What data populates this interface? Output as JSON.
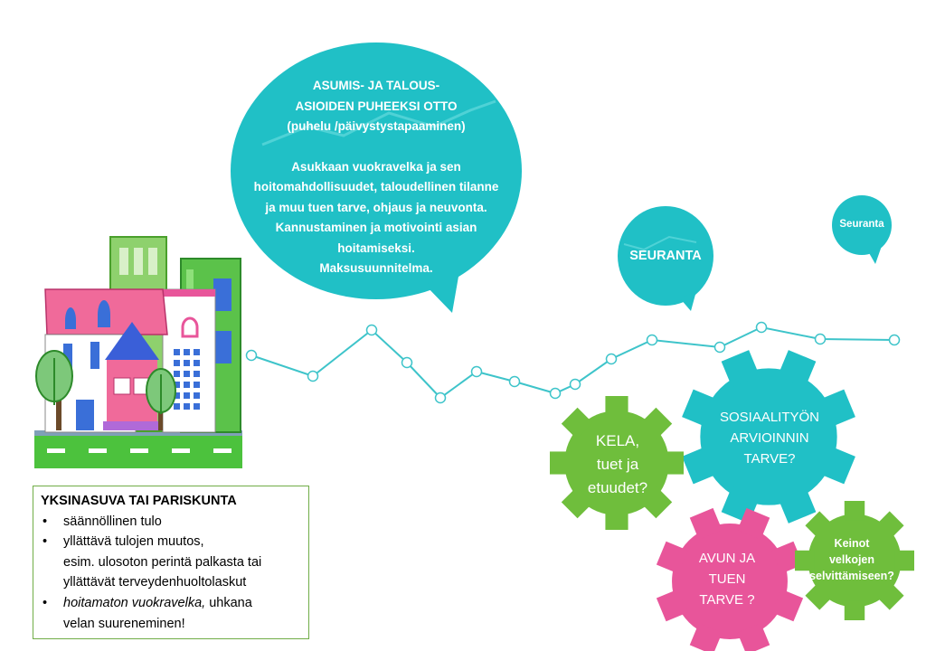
{
  "speech_main": {
    "heading": [
      "ASUMIS- JA TALOUS-",
      "ASIOIDEN PUHEEKSI OTTO",
      "(puhelu /päivystystapaaminen)"
    ],
    "body": [
      "Asukkaan vuokravelka ja sen",
      "hoitomahdollisuudet, taloudellinen tilanne",
      "ja muu tuen tarve, ohjaus ja neuvonta.",
      "Kannustaminen ja motivointi asian",
      "hoitamiseksi.",
      "Maksusuunnitelma."
    ]
  },
  "speech_seuranta": "SEURANTA",
  "speech_small": "Seuranta",
  "gears": {
    "kela": [
      "KELA,",
      "tuet ja",
      "etuudet?"
    ],
    "sosiaalityo": [
      "SOSIAALITYÖN",
      "ARVIOINNIN",
      "TARVE?"
    ],
    "avun": [
      "AVUN JA",
      "TUEN",
      "TARVE ?"
    ],
    "keinot": [
      "Keinot",
      "velkojen",
      "selvittämiseen?"
    ]
  },
  "infobox": {
    "title": "YKSINASUVA TAI PARISKUNTA",
    "items": [
      {
        "lines": [
          "säännöllinen tulo"
        ]
      },
      {
        "lines": [
          "yllättävä tulojen muutos,",
          "esim. ulosoton perintä palkasta tai",
          "yllättävät terveydenhuoltolaskut"
        ]
      },
      {
        "italic": "hoitamaton vuokravelka,",
        "rest": " uhkana",
        "cont": "velan suureneminen!"
      }
    ]
  },
  "colors": {
    "teal": "#20c0c6",
    "green": "#6fbe3c",
    "pink": "#e8559a",
    "line": "#3ec4ca"
  }
}
